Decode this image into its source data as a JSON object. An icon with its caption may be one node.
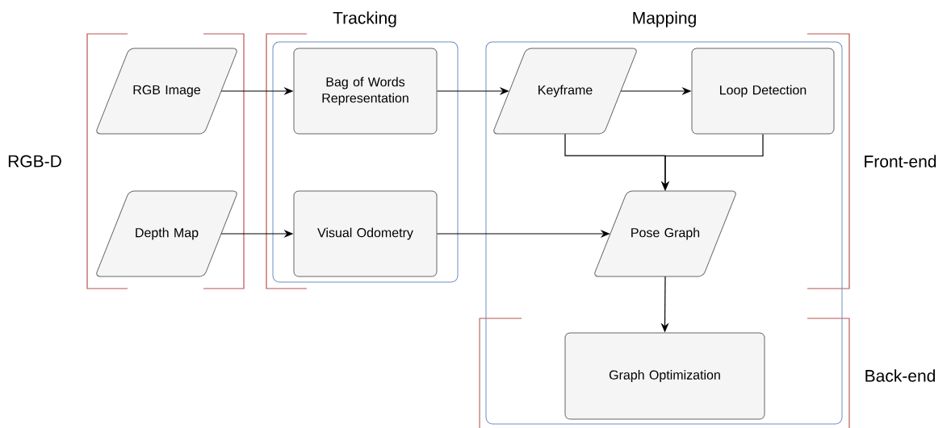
{
  "diagram": {
    "nodes": [
      {
        "text": [
          "RGB-D"
        ]
      },
      {
        "text": [
          "RGB Image"
        ],
        "in": 0
      },
      {
        "text": [
          "Depth Map"
        ],
        "in": 0
      },
      {
        "text": [
          "Tracking"
        ]
      },
      {
        "text": [
          "Bag of Words Representation"
        ],
        "in": 3
      },
      {
        "text": [
          "Visual Odometry"
        ],
        "in": 3
      },
      {
        "text": [
          "Mapping"
        ]
      },
      {
        "text": [
          "Keyframe"
        ],
        "in": 6
      },
      {
        "text": [
          "Loop Detection"
        ],
        "in": 6
      },
      {
        "text": [
          "Pose Graph"
        ],
        "in": 6
      },
      {
        "text": [
          "Graph Optimization"
        ],
        "in": 6
      }
    ],
    "edges": [
      {
        "from": 1,
        "to": 4,
        "arrow": "to"
      },
      {
        "from": 2,
        "to": 5,
        "arrow": "to"
      },
      {
        "from": 4,
        "to": 7,
        "arrow": "to"
      },
      {
        "from": 7,
        "to": 8,
        "arrow": "to"
      },
      {
        "from": 7,
        "to": 9,
        "arrow": "to"
      },
      {
        "from": 8,
        "to": 9,
        "arrow": "to"
      },
      {
        "from": 5,
        "to": 9,
        "arrow": "to"
      },
      {
        "from": 9,
        "to": 10,
        "arrow": "to"
      }
    ],
    "labels": [
      "Front-end",
      "Back-end"
    ]
  }
}
